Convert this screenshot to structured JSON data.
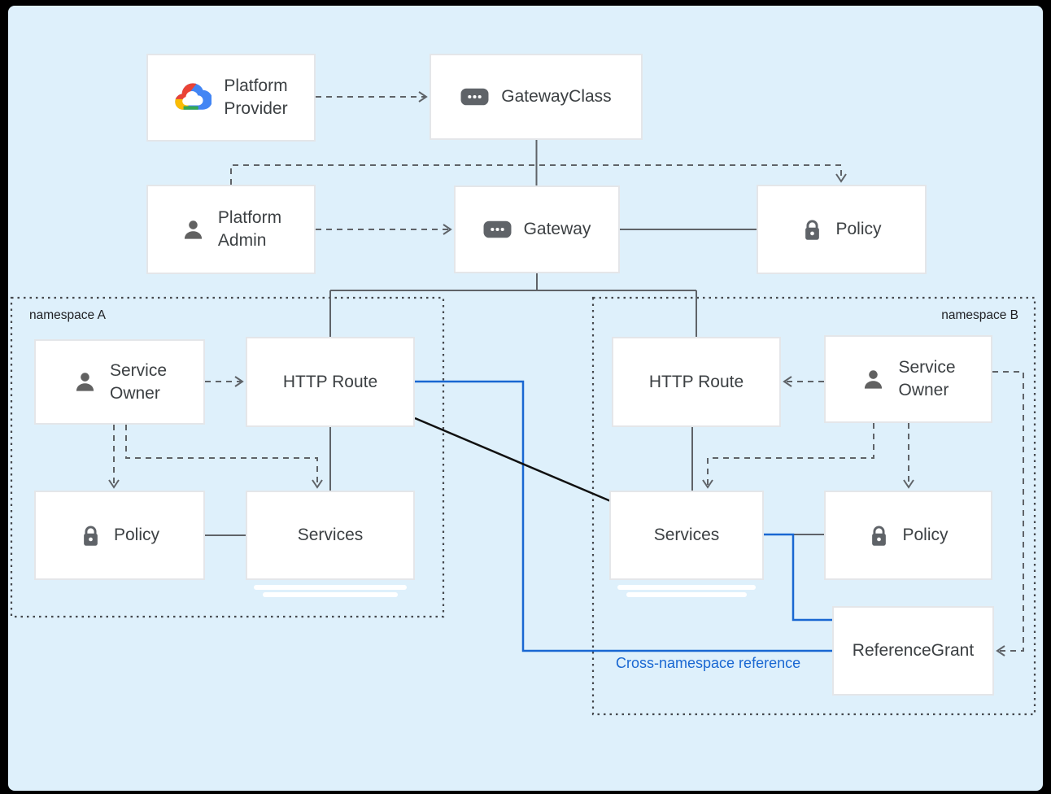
{
  "colors": {
    "background": "#def0fb",
    "frame": "#000000",
    "box_border": "#e4e6e9",
    "text": "#3c4043",
    "line_gray": "#5f6368",
    "line_blue": "#1967d2",
    "line_black": "#111111",
    "google_red": "#ea4335",
    "google_blue": "#4285f4",
    "google_yellow": "#fbbc04",
    "google_green": "#34a853"
  },
  "namespaces": {
    "a": {
      "label": "namespace A"
    },
    "b": {
      "label": "namespace B"
    }
  },
  "nodes": {
    "platform_provider": {
      "label": "Platform\nProvider",
      "icon": "google-cloud-icon"
    },
    "gateway_class": {
      "label": "GatewayClass",
      "icon": "resource-chip-icon"
    },
    "platform_admin": {
      "label": "Platform\nAdmin",
      "icon": "person-icon"
    },
    "gateway": {
      "label": "Gateway",
      "icon": "resource-chip-icon"
    },
    "policy_top": {
      "label": "Policy",
      "icon": "lock-icon"
    },
    "service_owner_a": {
      "label": "Service\nOwner",
      "icon": "person-icon"
    },
    "http_route_a": {
      "label": "HTTP Route"
    },
    "policy_a": {
      "label": "Policy",
      "icon": "lock-icon"
    },
    "services_a": {
      "label": "Services"
    },
    "http_route_b": {
      "label": "HTTP Route"
    },
    "service_owner_b": {
      "label": "Service\nOwner",
      "icon": "person-icon"
    },
    "services_b": {
      "label": "Services"
    },
    "policy_b": {
      "label": "Policy",
      "icon": "lock-icon"
    },
    "reference_grant": {
      "label": "ReferenceGrant"
    }
  },
  "caption": {
    "text": "Cross-namespace reference"
  },
  "edges": [
    {
      "from": "platform_provider",
      "to": "gateway_class",
      "style": "dashed-arrow"
    },
    {
      "from": "gateway_class",
      "to": "gateway",
      "style": "solid"
    },
    {
      "from": "platform_admin",
      "to": "gateway",
      "style": "dashed-arrow"
    },
    {
      "from": "platform_admin",
      "to": "policy_top",
      "style": "dashed-arrow"
    },
    {
      "from": "gateway",
      "to": "policy_top",
      "style": "solid"
    },
    {
      "from": "gateway",
      "to": "http_route_a",
      "style": "solid"
    },
    {
      "from": "gateway",
      "to": "http_route_b",
      "style": "solid"
    },
    {
      "from": "service_owner_a",
      "to": "http_route_a",
      "style": "dashed-arrow"
    },
    {
      "from": "service_owner_a",
      "to": "policy_a",
      "style": "dashed-arrow"
    },
    {
      "from": "service_owner_a",
      "to": "services_a",
      "style": "dashed-arrow"
    },
    {
      "from": "http_route_a",
      "to": "services_a",
      "style": "solid"
    },
    {
      "from": "policy_a",
      "to": "services_a",
      "style": "solid"
    },
    {
      "from": "service_owner_b",
      "to": "http_route_b",
      "style": "dashed-arrow"
    },
    {
      "from": "service_owner_b",
      "to": "policy_b",
      "style": "dashed-arrow"
    },
    {
      "from": "service_owner_b",
      "to": "services_b",
      "style": "dashed-arrow"
    },
    {
      "from": "service_owner_b",
      "to": "reference_grant",
      "style": "dashed-arrow"
    },
    {
      "from": "http_route_b",
      "to": "services_b",
      "style": "solid"
    },
    {
      "from": "services_b",
      "to": "policy_b",
      "style": "solid"
    },
    {
      "from": "http_route_a",
      "to": "reference_grant",
      "style": "blue"
    },
    {
      "from": "services_b",
      "to": "reference_grant",
      "style": "blue"
    },
    {
      "from": "http_route_a",
      "to": "services_b",
      "style": "black"
    }
  ]
}
